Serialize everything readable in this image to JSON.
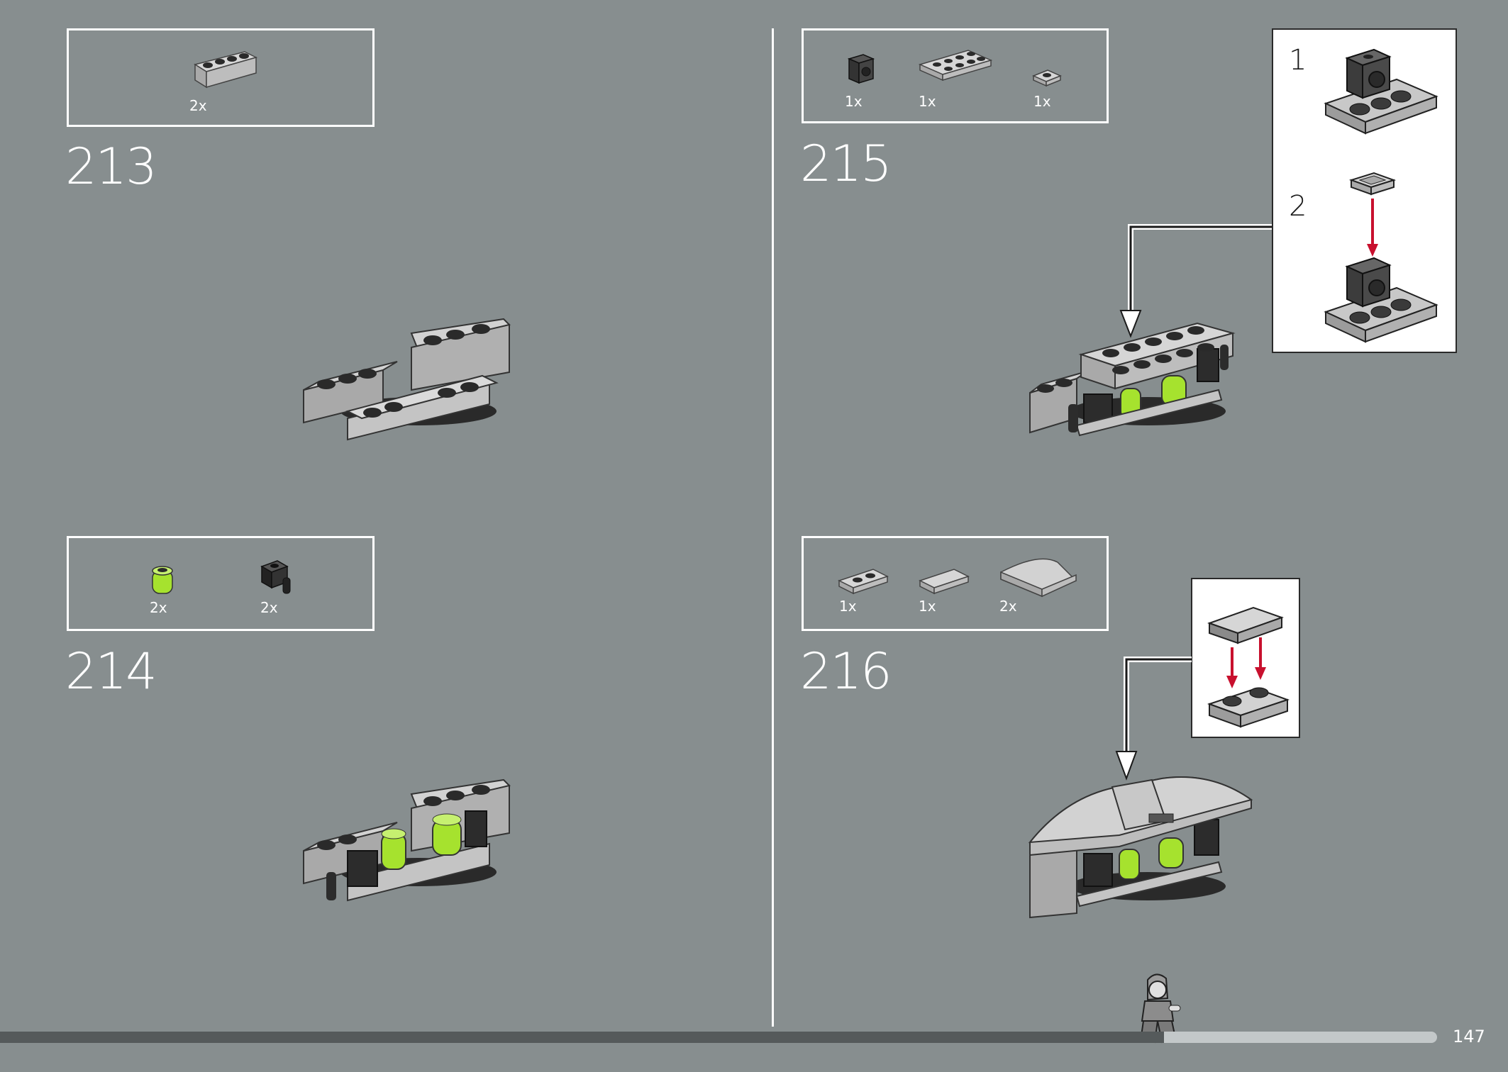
{
  "steps": [
    {
      "number": "213",
      "parts": [
        {
          "qty": "2x"
        }
      ]
    },
    {
      "number": "214",
      "parts": [
        {
          "qty": "2x"
        },
        {
          "qty": "2x"
        }
      ]
    },
    {
      "number": "215",
      "parts": [
        {
          "qty": "1x"
        },
        {
          "qty": "1x"
        },
        {
          "qty": "1x"
        }
      ],
      "callout": {
        "substeps": [
          "1",
          "2"
        ]
      }
    },
    {
      "number": "216",
      "parts": [
        {
          "qty": "1x"
        },
        {
          "qty": "1x"
        },
        {
          "qty": "2x"
        }
      ]
    }
  ],
  "page_number": "147",
  "progress": 0.81,
  "colors": {
    "background": "#878e8f",
    "lime": "#a6e22e",
    "arrow_red": "#c8102e"
  }
}
